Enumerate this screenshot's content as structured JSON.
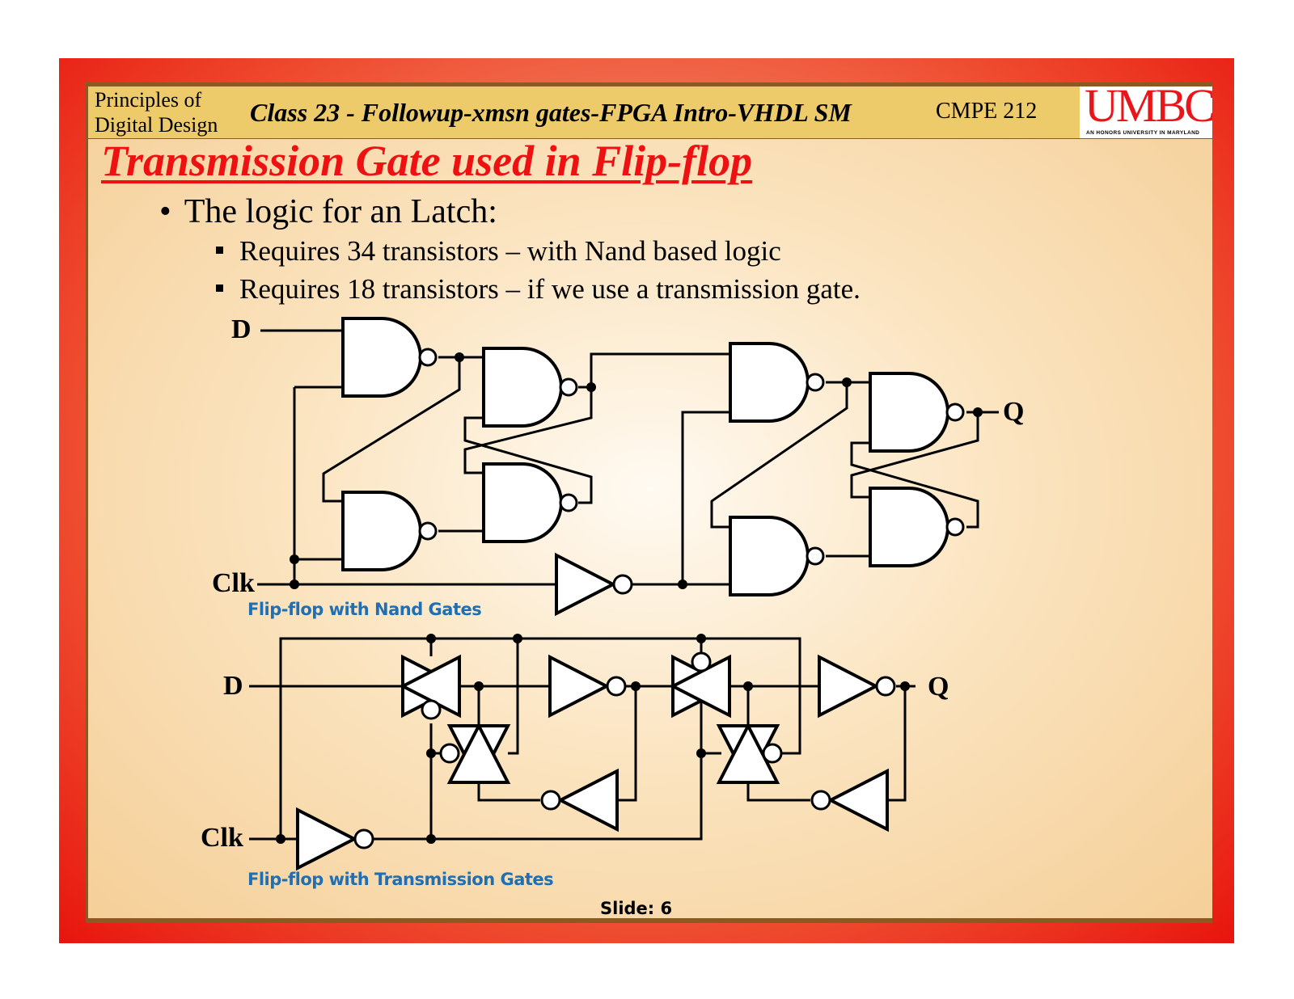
{
  "header": {
    "course_line1": "Principles of",
    "course_line2": "Digital Design",
    "class_title": "Class 23 - Followup-xmsn gates-FPGA Intro-VHDL SM",
    "course_code": "CMPE 212",
    "logo_text": "UMBC",
    "logo_tagline": "AN HONORS UNIVERSITY IN MARYLAND"
  },
  "slide": {
    "title": "Transmission Gate used in Flip-flop",
    "bullet": "The logic for an Latch:",
    "sub_bullets": [
      "Requires 34 transistors – with Nand based logic",
      "Requires 18 transistors – if we use a transmission gate."
    ]
  },
  "diagram_nand": {
    "input_d": "D",
    "input_clk": "Clk",
    "output_q": "Q",
    "caption": "Flip-flop with Nand Gates"
  },
  "diagram_tg": {
    "input_d": "D",
    "input_clk": "Clk",
    "output_q": "Q",
    "caption": "Flip-flop with Transmission Gates"
  },
  "footer": {
    "slide_number": "Slide: 6"
  },
  "colors": {
    "title_red": "#ee1111",
    "header_gold": "#eecb6a",
    "border_brown": "#8a5a22",
    "caption_blue": "#1f6fb5",
    "umbc_red": "#e8161b"
  }
}
